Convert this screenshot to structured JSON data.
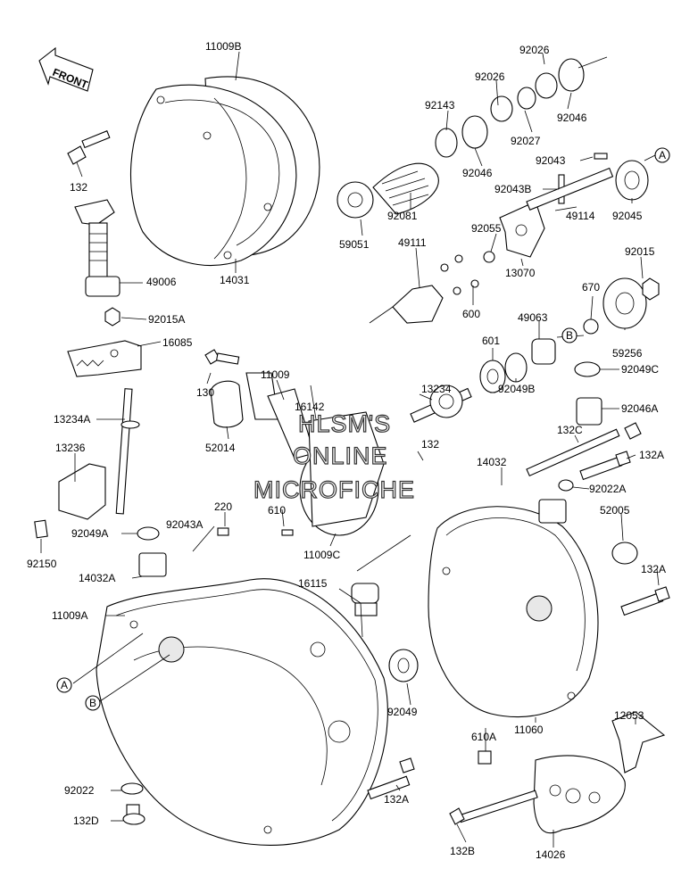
{
  "front_arrow_label": "FRONT",
  "watermark": [
    "HLSM'S",
    "ONLINE",
    "MICROFICHE"
  ],
  "callouts": [
    {
      "id": "c-11009b",
      "text": "11009B"
    },
    {
      "id": "c-92026a",
      "text": "92026"
    },
    {
      "id": "c-92026b",
      "text": "92026"
    },
    {
      "id": "c-92143",
      "text": "92143"
    },
    {
      "id": "c-92046a",
      "text": "92046"
    },
    {
      "id": "c-92027",
      "text": "92027"
    },
    {
      "id": "c-92046b",
      "text": "92046"
    },
    {
      "id": "c-92043",
      "text": "92043"
    },
    {
      "id": "c-92043b",
      "text": "92043B"
    },
    {
      "id": "c-92081",
      "text": "92081"
    },
    {
      "id": "c-132a",
      "text": "132"
    },
    {
      "id": "c-92045",
      "text": "92045"
    },
    {
      "id": "c-49114",
      "text": "49114"
    },
    {
      "id": "c-59051",
      "text": "59051"
    },
    {
      "id": "c-49111",
      "text": "49111"
    },
    {
      "id": "c-92055",
      "text": "92055"
    },
    {
      "id": "c-13070",
      "text": "13070"
    },
    {
      "id": "c-92015",
      "text": "92015"
    },
    {
      "id": "c-49006",
      "text": "49006"
    },
    {
      "id": "c-14031",
      "text": "14031"
    },
    {
      "id": "c-600",
      "text": "600"
    },
    {
      "id": "c-670",
      "text": "670"
    },
    {
      "id": "c-92015a",
      "text": "92015A"
    },
    {
      "id": "c-49063",
      "text": "49063"
    },
    {
      "id": "c-16085",
      "text": "16085"
    },
    {
      "id": "c-601",
      "text": "601"
    },
    {
      "id": "c-59256",
      "text": "59256"
    },
    {
      "id": "c-92049c",
      "text": "92049C"
    },
    {
      "id": "c-11009",
      "text": "11009"
    },
    {
      "id": "c-13234",
      "text": "13234"
    },
    {
      "id": "c-130",
      "text": "130"
    },
    {
      "id": "c-92049b",
      "text": "92049B"
    },
    {
      "id": "c-16142",
      "text": "16142"
    },
    {
      "id": "c-92046a2",
      "text": "92046A"
    },
    {
      "id": "c-13234a",
      "text": "13234A"
    },
    {
      "id": "c-132c",
      "text": "132C"
    },
    {
      "id": "c-52014",
      "text": "52014"
    },
    {
      "id": "c-132b1",
      "text": "132"
    },
    {
      "id": "c-13236",
      "text": "13236"
    },
    {
      "id": "c-14032",
      "text": "14032"
    },
    {
      "id": "c-132a1",
      "text": "132A"
    },
    {
      "id": "c-92022a",
      "text": "92022A"
    },
    {
      "id": "c-610",
      "text": "610"
    },
    {
      "id": "c-220",
      "text": "220"
    },
    {
      "id": "c-52005",
      "text": "52005"
    },
    {
      "id": "c-92049a",
      "text": "92049A"
    },
    {
      "id": "c-92043a",
      "text": "92043A"
    },
    {
      "id": "c-11009c",
      "text": "11009C"
    },
    {
      "id": "c-92150",
      "text": "92150"
    },
    {
      "id": "c-132a2",
      "text": "132A"
    },
    {
      "id": "c-14032a",
      "text": "14032A"
    },
    {
      "id": "c-16115",
      "text": "16115"
    },
    {
      "id": "c-11009a",
      "text": "11009A"
    },
    {
      "id": "c-92049",
      "text": "92049"
    },
    {
      "id": "c-12053",
      "text": "12053"
    },
    {
      "id": "c-610a",
      "text": "610A"
    },
    {
      "id": "c-11060",
      "text": "11060"
    },
    {
      "id": "c-92022",
      "text": "92022"
    },
    {
      "id": "c-132a3",
      "text": "132A"
    },
    {
      "id": "c-132d",
      "text": "132D"
    },
    {
      "id": "c-132b",
      "text": "132B"
    },
    {
      "id": "c-14026",
      "text": "14026"
    }
  ],
  "ref_markers": [
    {
      "id": "ref-a-top",
      "text": "A"
    },
    {
      "id": "ref-b-top",
      "text": "B"
    },
    {
      "id": "ref-a-bottom",
      "text": "A"
    },
    {
      "id": "ref-b-bottom",
      "text": "B"
    }
  ]
}
